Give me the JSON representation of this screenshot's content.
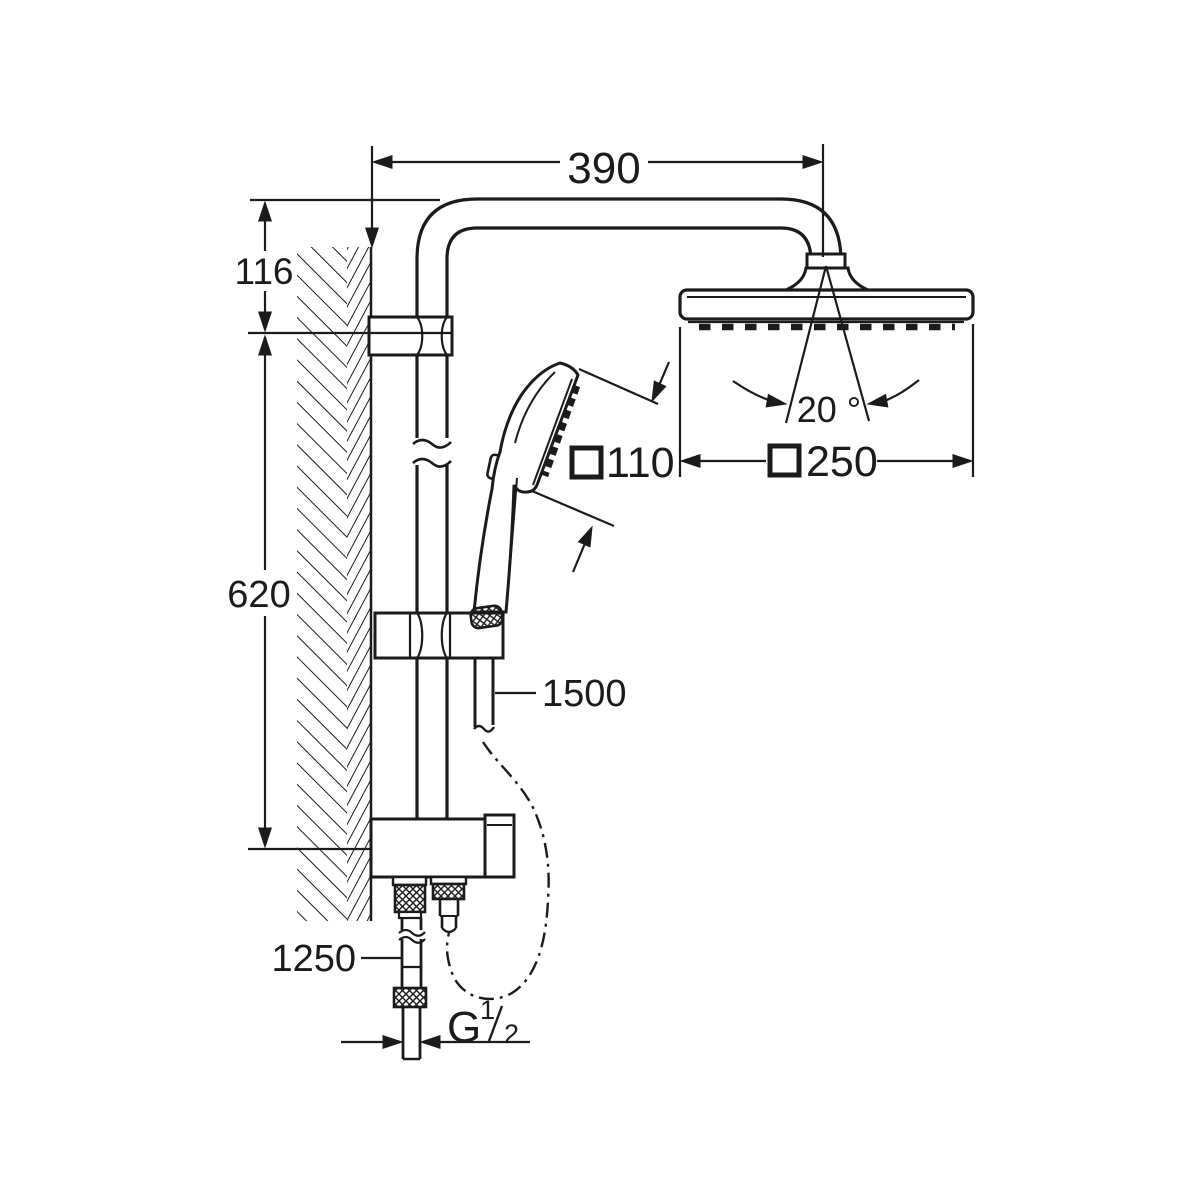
{
  "labels": {
    "arm_projection": "390",
    "head_offset": "116",
    "rail_length": "620",
    "hose_length": "1500",
    "supply_length": "1250",
    "hand_shower_size": "110",
    "head_shower_size": "250",
    "head_angle": "20 °",
    "thread_letter": "G",
    "thread_numerator": "1",
    "thread_denominator": "2"
  },
  "symbols": {
    "square_110": "square-symbol",
    "square_250": "square-symbol"
  },
  "colors": {
    "line": "#1b1b1b",
    "background": "#ffffff"
  }
}
